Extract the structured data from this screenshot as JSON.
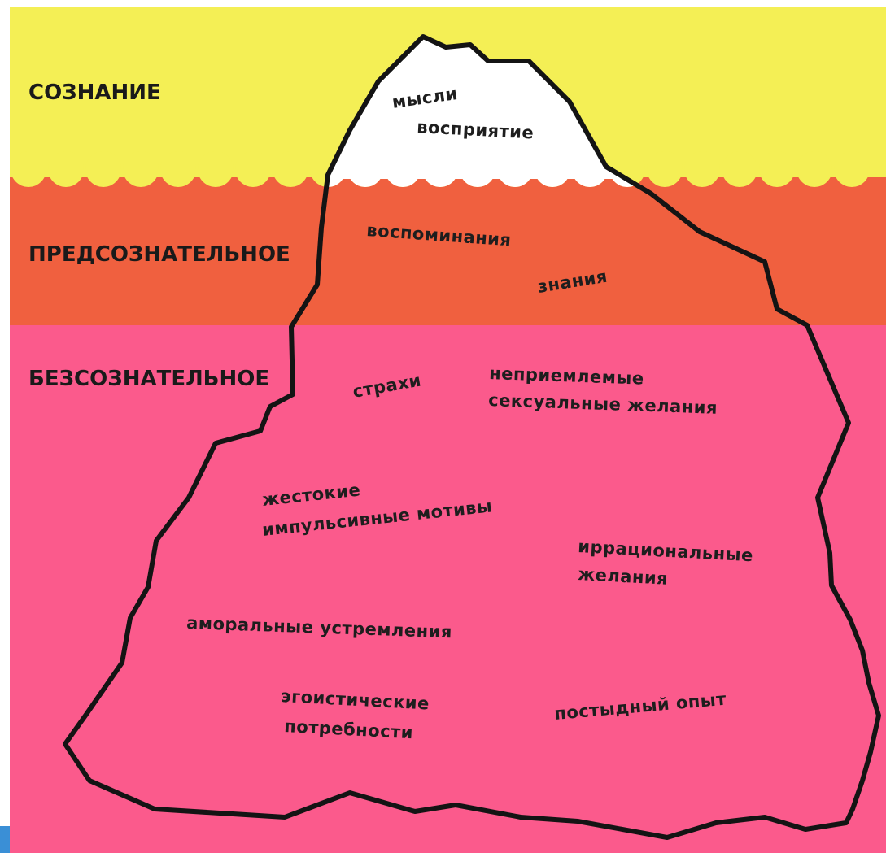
{
  "zones": {
    "conscious": "СОЗНАНИЕ",
    "preconscious": "ПРЕДСОЗНАТЕЛЬНОЕ",
    "unconscious": "БЕЗСОЗНАТЕЛЬНОЕ"
  },
  "items": {
    "thoughts": "мысли",
    "perception": "восприятие",
    "memories": "воспоминания",
    "knowledge": "знания",
    "fears": "страхи",
    "sexual_1": "неприемлемые",
    "sexual_2": "сексуальные желания",
    "violent_1": "жестокие",
    "violent_2": "импульсивные мотивы",
    "irrational_1": "иррациональные",
    "irrational_2": "желания",
    "immoral": "аморальные устремления",
    "selfish_1": "эгоистические",
    "selfish_2": "потребности",
    "shameful": "постыдный опыт"
  },
  "colors": {
    "conscious": "#f4ef55",
    "preconscious": "#f0603f",
    "unconscious": "#fb5a8c",
    "iceberg_tip": "#ffffff",
    "outline": "#141414"
  }
}
